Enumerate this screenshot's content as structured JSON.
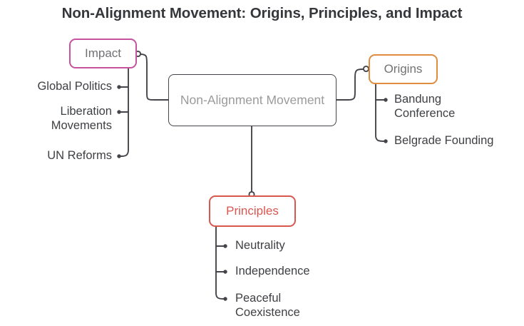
{
  "title": "Non-Alignment Movement: Origins, Principles, and Impact",
  "colors": {
    "background": "#ffffff",
    "title_text": "#36373b",
    "root_border": "#44454a",
    "root_text": "#9b9b9d",
    "impact_border": "#c5539f",
    "origins_border": "#e08c3e",
    "principles_border": "#d9574f",
    "principles_text": "#d9574f",
    "branch_text": "#727275",
    "leaf_text": "#3f4044",
    "edge_stroke": "#44454a"
  },
  "root": {
    "label": "Non-Alignment\nMovement"
  },
  "branches": [
    {
      "id": "impact",
      "label": "Impact",
      "side": "left",
      "leaves": [
        {
          "label": "Global Politics"
        },
        {
          "label": "Liberation\nMovements"
        },
        {
          "label": "UN Reforms"
        }
      ]
    },
    {
      "id": "origins",
      "label": "Origins",
      "side": "right",
      "leaves": [
        {
          "label": "Bandung\nConference"
        },
        {
          "label": "Belgrade Founding"
        }
      ]
    },
    {
      "id": "principles",
      "label": "Principles",
      "side": "bottom",
      "leaves": [
        {
          "label": "Neutrality"
        },
        {
          "label": "Independence"
        },
        {
          "label": "Peaceful\nCoexistence"
        }
      ]
    }
  ]
}
